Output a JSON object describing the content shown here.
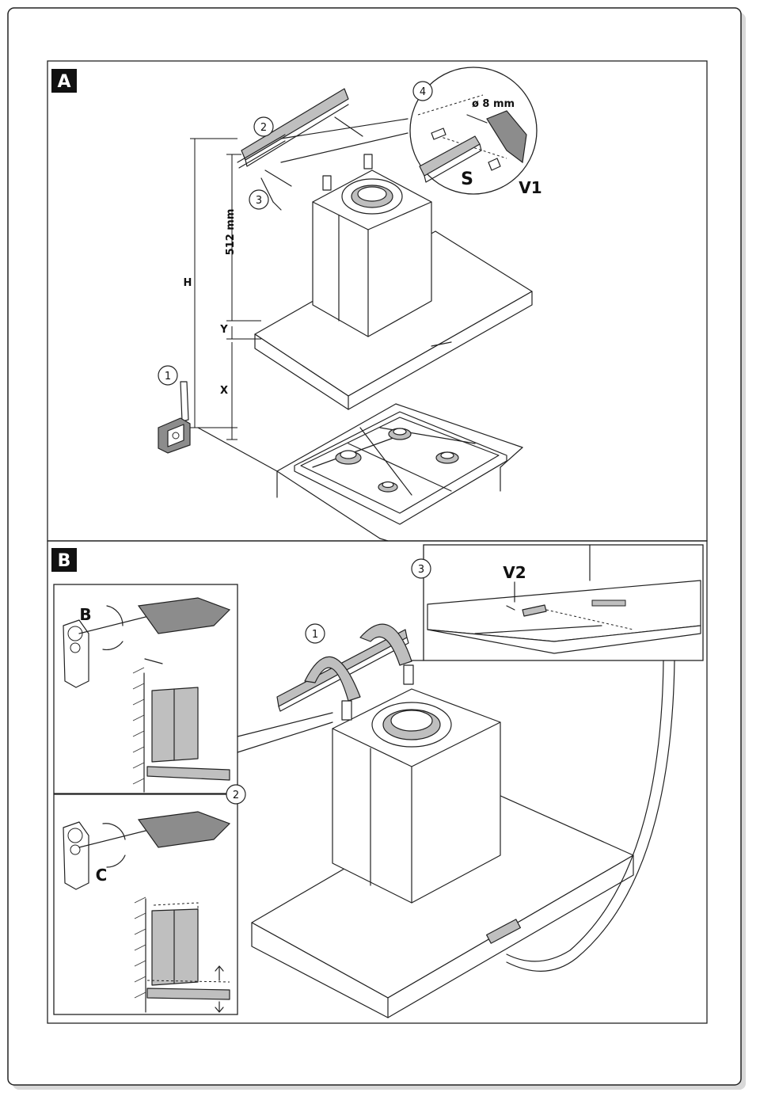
{
  "panel_a": {
    "tag": "A",
    "steps": [
      "1",
      "2",
      "3",
      "4"
    ],
    "dimension_512": "512 mm",
    "label_h": "H",
    "label_y": "Y",
    "label_x": "X",
    "drill_size": "ø 8 mm",
    "label_s": "S",
    "label_v1": "V1"
  },
  "panel_b": {
    "tag": "B",
    "steps": [
      "1",
      "2",
      "3"
    ],
    "label_b": "B",
    "label_c": "C",
    "label_v2": "V2"
  }
}
